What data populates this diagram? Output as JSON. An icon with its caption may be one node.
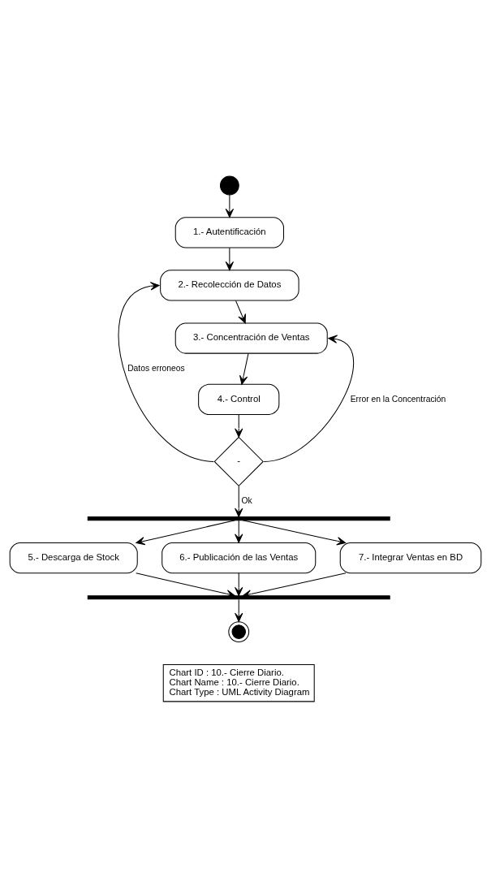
{
  "diagram": {
    "nodes": [
      {
        "text": [],
        "shape": "circle"
      },
      {
        "text": [
          "1.- Autentificación"
        ]
      },
      {
        "text": [
          "2.- Recolección de Datos"
        ]
      },
      {
        "text": [
          "3.- Concentración de Ventas"
        ]
      },
      {
        "text": [
          "4.- Control"
        ]
      },
      {
        "text": [
          "-"
        ]
      },
      {
        "text": [],
        "shape": "bar"
      },
      {
        "text": [
          "5.- Descarga de Stock"
        ]
      },
      {
        "text": [
          "6.- Publicación de las Ventas"
        ]
      },
      {
        "text": [
          "7.- Integrar Ventas en BD"
        ]
      },
      {
        "text": [],
        "shape": "bar"
      },
      {
        "text": [],
        "shape": "circle"
      },
      {
        "text": [
          "Chart ID : 10.- Cierre Diario.",
          "Chart Name : 10.- Cierre Diario.",
          "Chart Type : UML Activity Diagram"
        ]
      }
    ],
    "edges": [
      {
        "from": 0,
        "to": 1,
        "arrow": "to"
      },
      {
        "from": 1,
        "to": 2,
        "arrow": "to"
      },
      {
        "from": 2,
        "to": 3,
        "arrow": "to"
      },
      {
        "from": 3,
        "to": 4,
        "arrow": "to"
      },
      {
        "from": 4,
        "to": 5,
        "arrow": "to"
      },
      {
        "from": 5,
        "to": 2,
        "arrow": "to",
        "label": "Datos erroneos"
      },
      {
        "from": 5,
        "to": 3,
        "arrow": "to",
        "label": "Error en la Concentración"
      },
      {
        "from": 5,
        "to": 6,
        "arrow": "to",
        "label": "Ok"
      },
      {
        "from": 6,
        "to": 7,
        "arrow": "to"
      },
      {
        "from": 6,
        "to": 8,
        "arrow": "to"
      },
      {
        "from": 6,
        "to": 9,
        "arrow": "to"
      },
      {
        "from": 7,
        "to": 10,
        "arrow": "to"
      },
      {
        "from": 8,
        "to": 10,
        "arrow": "to"
      },
      {
        "from": 9,
        "to": 10,
        "arrow": "to"
      },
      {
        "from": 10,
        "to": 11,
        "arrow": "to"
      }
    ]
  }
}
